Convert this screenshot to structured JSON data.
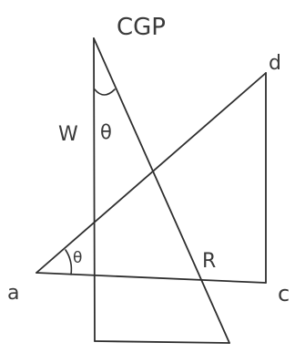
{
  "diagram": {
    "labels": {
      "top": "CGP",
      "corner_top_right": "d",
      "left_side": "W",
      "angle_top": "θ",
      "angle_bottom": "θ",
      "corner_bottom_left": "a",
      "hypotenuse": "R",
      "corner_bottom_right": "c"
    },
    "colors": {
      "ink": "#2e2e2e",
      "text": "#3a3a3a",
      "paper": "#ffffff"
    }
  }
}
